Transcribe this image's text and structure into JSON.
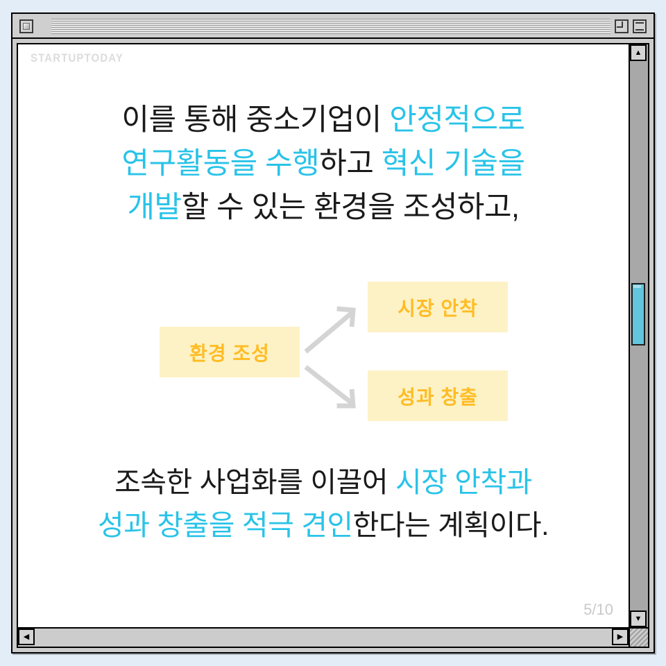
{
  "window": {
    "close_icon": "close-box",
    "zoom_icon": "zoom-box",
    "collapse_icon": "collapse-box"
  },
  "slide": {
    "watermark": "STARTUPTODAY",
    "page_counter": "5/10",
    "accent_color": "#29c3e8",
    "box_fill_color": "#fdf2c6",
    "box_text_color": "#ffbc24",
    "headline": [
      [
        {
          "text": "이를 통해 중소기업이 ",
          "highlight": false
        },
        {
          "text": "안정적으로",
          "highlight": true
        }
      ],
      [
        {
          "text": "연구활동을 수행",
          "highlight": true
        },
        {
          "text": "하고 ",
          "highlight": false
        },
        {
          "text": "혁신 기술을",
          "highlight": true
        }
      ],
      [
        {
          "text": "개발",
          "highlight": true
        },
        {
          "text": "할 수 있는 환경을 조성하고,",
          "highlight": false
        }
      ]
    ],
    "diagram": {
      "source_label": "환경 조성",
      "target_top_label": "시장 안착",
      "target_bottom_label": "성과 창출",
      "arrow_color": "#d4d4d4"
    },
    "paragraph": [
      [
        {
          "text": "조속한 사업화를 이끌어 ",
          "highlight": false
        },
        {
          "text": "시장 안착과",
          "highlight": true
        }
      ],
      [
        {
          "text": "성과 창출을 적극 견인",
          "highlight": true
        },
        {
          "text": "한다는 계획이다.",
          "highlight": false
        }
      ]
    ]
  },
  "scrollbars": {
    "up_arrow": "▲",
    "down_arrow": "▼",
    "left_arrow": "◀",
    "right_arrow": "▶",
    "thumb_color": "#62c7dc"
  }
}
